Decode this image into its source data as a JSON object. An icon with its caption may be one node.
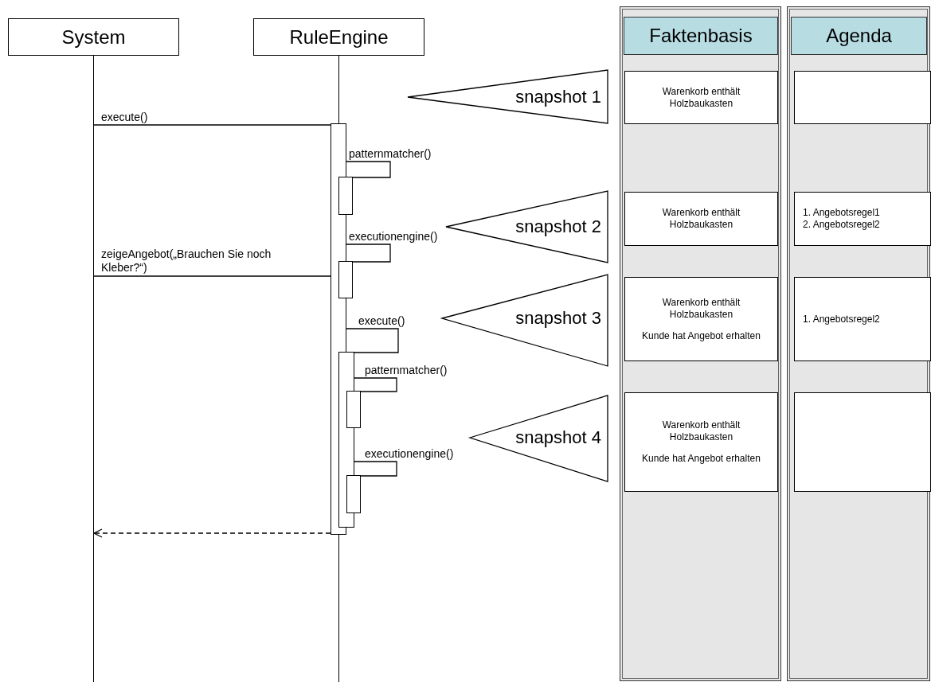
{
  "diagram": {
    "nodes": [
      {
        "text": [
          "System"
        ]
      },
      {
        "text": [
          "RuleEngine"
        ]
      },
      {
        "text": [
          "Faktenbasis"
        ]
      },
      {
        "text": [
          "Agenda"
        ]
      },
      {
        "text": [
          "snapshot 1"
        ]
      },
      {
        "text": [
          "Warenkorb enthält Holzbaukasten"
        ],
        "in": 2
      },
      {
        "text": [],
        "shape": "box",
        "in": 3
      },
      {
        "text": [
          "snapshot 2"
        ]
      },
      {
        "text": [
          "Warenkorb enthält Holzbaukasten"
        ],
        "in": 2
      },
      {
        "text": [
          "1. Angebotsregel1",
          "2. Angebotsregel2"
        ],
        "in": 3
      },
      {
        "text": [
          "snapshot 3"
        ]
      },
      {
        "text": [
          "Warenkorb enthält Holzbaukasten",
          "Kunde hat Angebot erhalten"
        ],
        "in": 2
      },
      {
        "text": [
          "1. Angebotsregel2"
        ],
        "in": 3
      },
      {
        "text": [
          "snapshot 4"
        ]
      },
      {
        "text": [
          "Warenkorb enthält Holzbaukasten",
          "Kunde hat Angebot erhalten"
        ],
        "in": 2
      },
      {
        "text": [],
        "shape": "box",
        "in": 3
      },
      {
        "text": [],
        "shape": "line"
      },
      {
        "text": [],
        "shape": "line"
      },
      {
        "text": [],
        "shape": "bar"
      },
      {
        "text": [],
        "shape": "bar"
      },
      {
        "text": [],
        "shape": "bar"
      },
      {
        "text": [],
        "shape": "bar"
      },
      {
        "text": [],
        "shape": "bar"
      },
      {
        "text": [],
        "shape": "bar"
      }
    ],
    "edges": [
      {
        "from": 16,
        "to": 18,
        "arrow": "none",
        "label": "execute()"
      },
      {
        "from": 18,
        "to": 19,
        "arrow": "none",
        "label": "patternmatcher()"
      },
      {
        "from": 18,
        "to": 20,
        "arrow": "none",
        "label": "executionengine()"
      },
      {
        "from": 16,
        "to": 20,
        "arrow": "none",
        "label": "zeigeAngebot(„Brauchen Sie noch Kleber?“)"
      },
      {
        "from": 18,
        "to": 21,
        "arrow": "none",
        "label": "execute()"
      },
      {
        "from": 21,
        "to": 22,
        "arrow": "none",
        "label": "patternmatcher()"
      },
      {
        "from": 21,
        "to": 23,
        "arrow": "none",
        "label": "executionengine()"
      },
      {
        "from": 18,
        "to": 16,
        "arrow": "to",
        "style": "dashed"
      }
    ]
  }
}
